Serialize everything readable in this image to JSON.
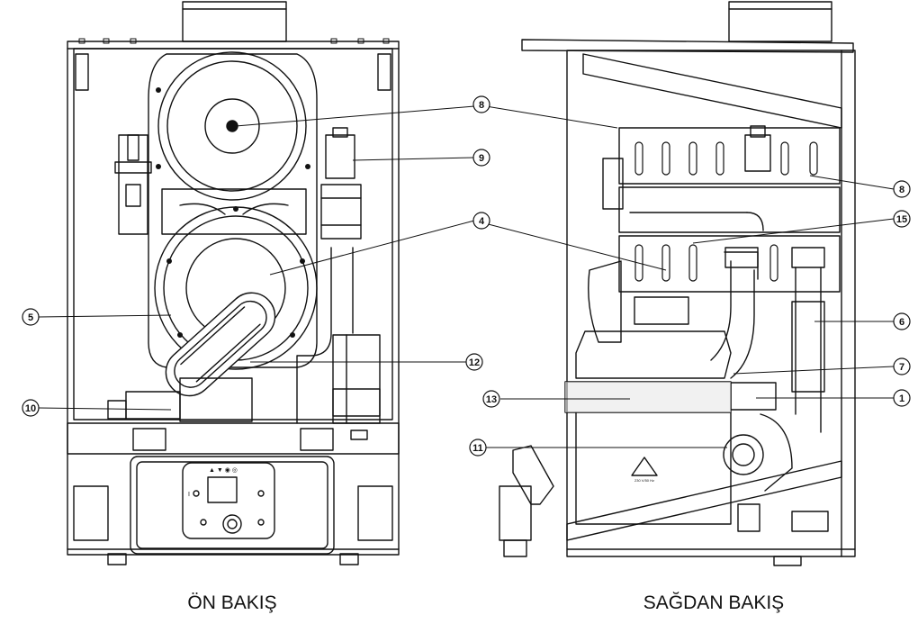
{
  "captions": {
    "front": "ÖN BAKIŞ",
    "right": "SAĞDAN BAKIŞ"
  },
  "callouts": {
    "front": [
      "8",
      "9",
      "4",
      "5",
      "12",
      "10"
    ],
    "right": [
      "8",
      "15",
      "6",
      "7",
      "13",
      "1",
      "11"
    ]
  },
  "panel": {
    "top_symbols": "▲ ▼ ◉ ◎",
    "side_glyph": "I",
    "warning_text": "230 V/50 Hz"
  },
  "colors": {
    "line": "#111111",
    "fill": "#ffffff",
    "shade": "#e6e6e6"
  }
}
